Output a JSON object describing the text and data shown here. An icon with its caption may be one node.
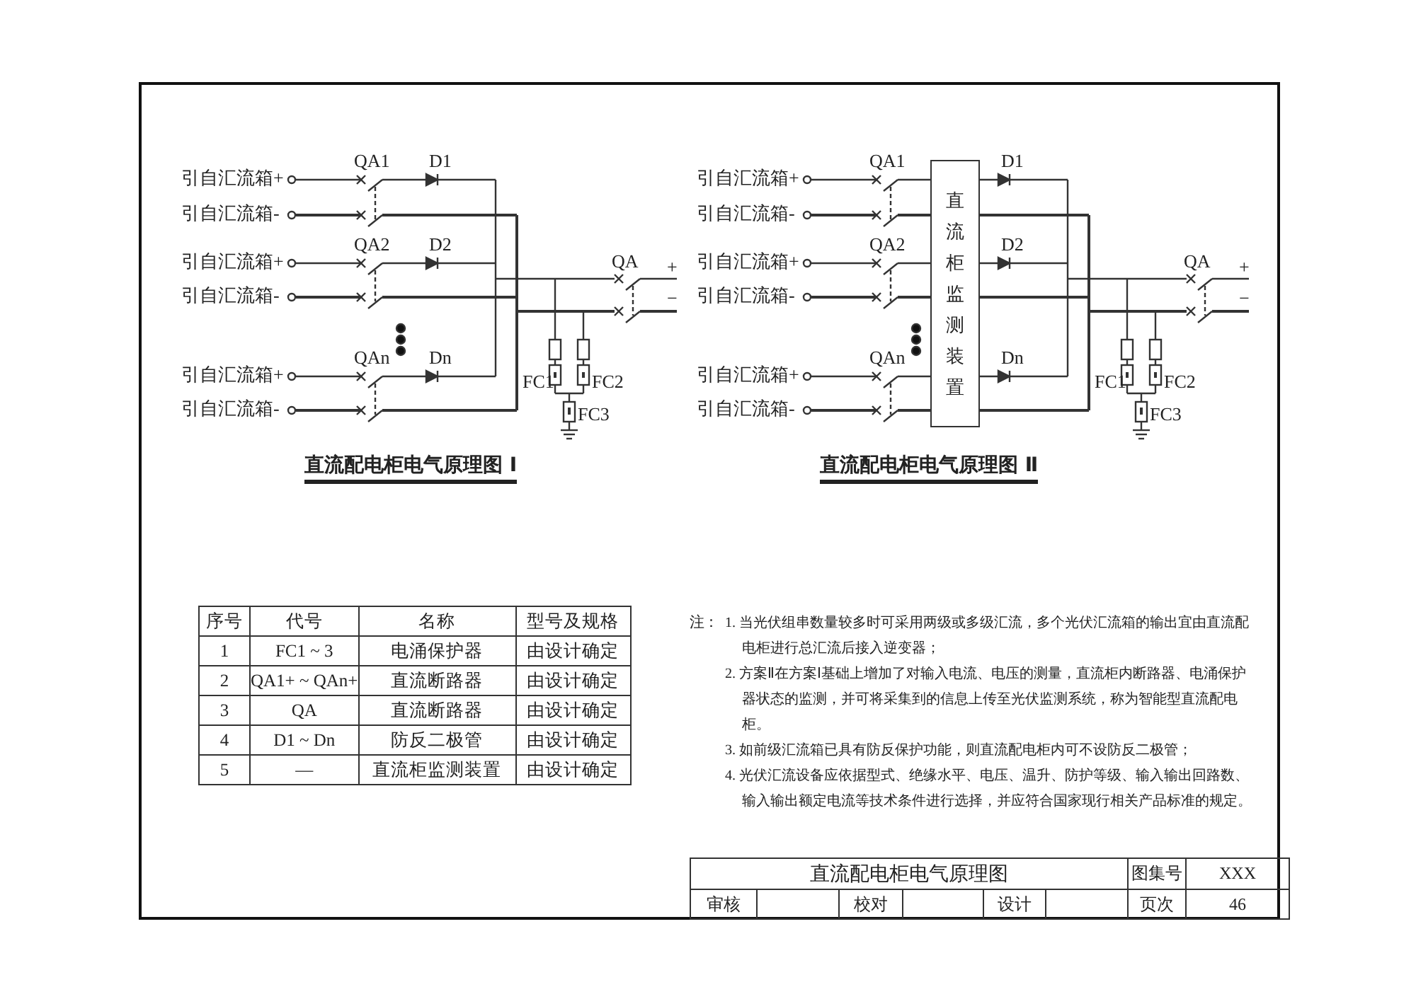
{
  "diagram": {
    "nodes": [
      {
        "text": [
          "直流柜监测装置"
        ]
      }
    ],
    "labels": [
      "引自汇流箱+",
      "引自汇流箱-",
      "引自汇流箱+",
      "引自汇流箱-",
      "引自汇流箱+",
      "引自汇流箱-",
      "QA1",
      "D1",
      "QA2",
      "D2",
      "QAn",
      "Dn",
      "QA",
      "+",
      "−",
      "FC1",
      "FC2",
      "FC3",
      "直流配电柜电气原理图 Ⅰ",
      "引自汇流箱+",
      "引自汇流箱-",
      "引自汇流箱+",
      "引自汇流箱-",
      "引自汇流箱+",
      "引自汇流箱-",
      "QA1",
      "D1",
      "QA2",
      "D2",
      "QAn",
      "Dn",
      "QA",
      "+",
      "−",
      "FC1",
      "FC2",
      "FC3",
      "直流配电柜电气原理图 Ⅱ",
      "序号",
      "代号",
      "名称",
      "型号及规格",
      "1",
      "FC1 ~ 3",
      "电涌保护器",
      "由设计确定",
      "2",
      "QA1+ ~ QAn+",
      "直流断路器",
      "由设计确定",
      "3",
      "QA",
      "直流断路器",
      "由设计确定",
      "4",
      "D1 ~ Dn",
      "防反二极管",
      "由设计确定",
      "5",
      "—",
      "直流柜监测装置",
      "由设计确定",
      "注：",
      "1. 当光伏组串数量较多时可采用两级或多级汇流，多个光伏汇流箱的输出宜由直流配电柜进行总汇流后接入逆变器；",
      "2. 方案Ⅱ在方案Ⅰ基础上增加了对输入电流、电压的测量，直流柜内断路器、电涌保护器状态的监测，并可将采集到的信息上传至光伏监测系统，称为智能型直流配电柜。",
      "3. 如前级汇流箱已具有防反保护功能，则直流配电柜内可不设防反二极管；",
      "4. 光伏汇流设备应依据型式、绝缘水平、电压、温升、防护等级、输入输出回路数、输入输出额定电流等技术条件进行选择，并应符合国家现行相关产品标准的规定。",
      "直流配电柜电气原理图",
      "图集号",
      "XXX",
      "审核",
      "校对",
      "设计",
      "页次",
      "46"
    ]
  }
}
